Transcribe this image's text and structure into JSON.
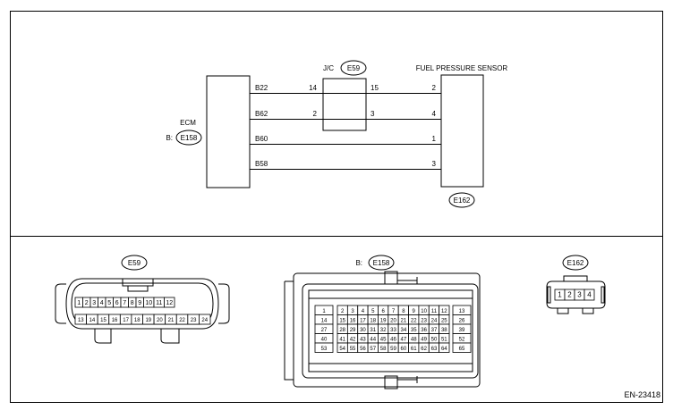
{
  "diagram_id": "EN-23418",
  "ecm": {
    "label": "ECM",
    "connector_prefix": "B:",
    "connector": "E158",
    "pins": [
      "B22",
      "B62",
      "B60",
      "B58"
    ]
  },
  "junction": {
    "label": "J/C",
    "connector": "E59",
    "left_pins": [
      "14",
      "2"
    ],
    "right_pins": [
      "15",
      "3"
    ]
  },
  "sensor": {
    "label": "FUEL PRESSURE SENSOR",
    "connector": "E162",
    "pins": [
      "2",
      "4",
      "1",
      "3"
    ]
  },
  "connector_views": {
    "e59": {
      "label": "E59",
      "row1": [
        "1",
        "2",
        "3",
        "4",
        "5",
        "6",
        "7",
        "8",
        "9",
        "10",
        "11",
        "12"
      ],
      "row2": [
        "13",
        "14",
        "15",
        "16",
        "17",
        "18",
        "19",
        "20",
        "21",
        "22",
        "23",
        "24"
      ]
    },
    "e158": {
      "prefix": "B:",
      "label": "E158",
      "left_col": [
        "1",
        "14",
        "27",
        "40",
        "53"
      ],
      "rows": [
        [
          "2",
          "3",
          "4",
          "5",
          "6",
          "7",
          "8",
          "9",
          "10",
          "11",
          "12"
        ],
        [
          "15",
          "16",
          "17",
          "18",
          "19",
          "20",
          "21",
          "22",
          "23",
          "24",
          "25"
        ],
        [
          "28",
          "29",
          "30",
          "31",
          "32",
          "33",
          "34",
          "35",
          "36",
          "37",
          "38"
        ],
        [
          "41",
          "42",
          "43",
          "44",
          "45",
          "46",
          "47",
          "48",
          "49",
          "50",
          "51"
        ],
        [
          "54",
          "55",
          "56",
          "57",
          "58",
          "59",
          "60",
          "61",
          "62",
          "63",
          "64"
        ]
      ],
      "right_col": [
        "13",
        "26",
        "39",
        "52",
        "65"
      ]
    },
    "e162": {
      "label": "E162",
      "pins": [
        "1",
        "2",
        "3",
        "4"
      ]
    }
  }
}
